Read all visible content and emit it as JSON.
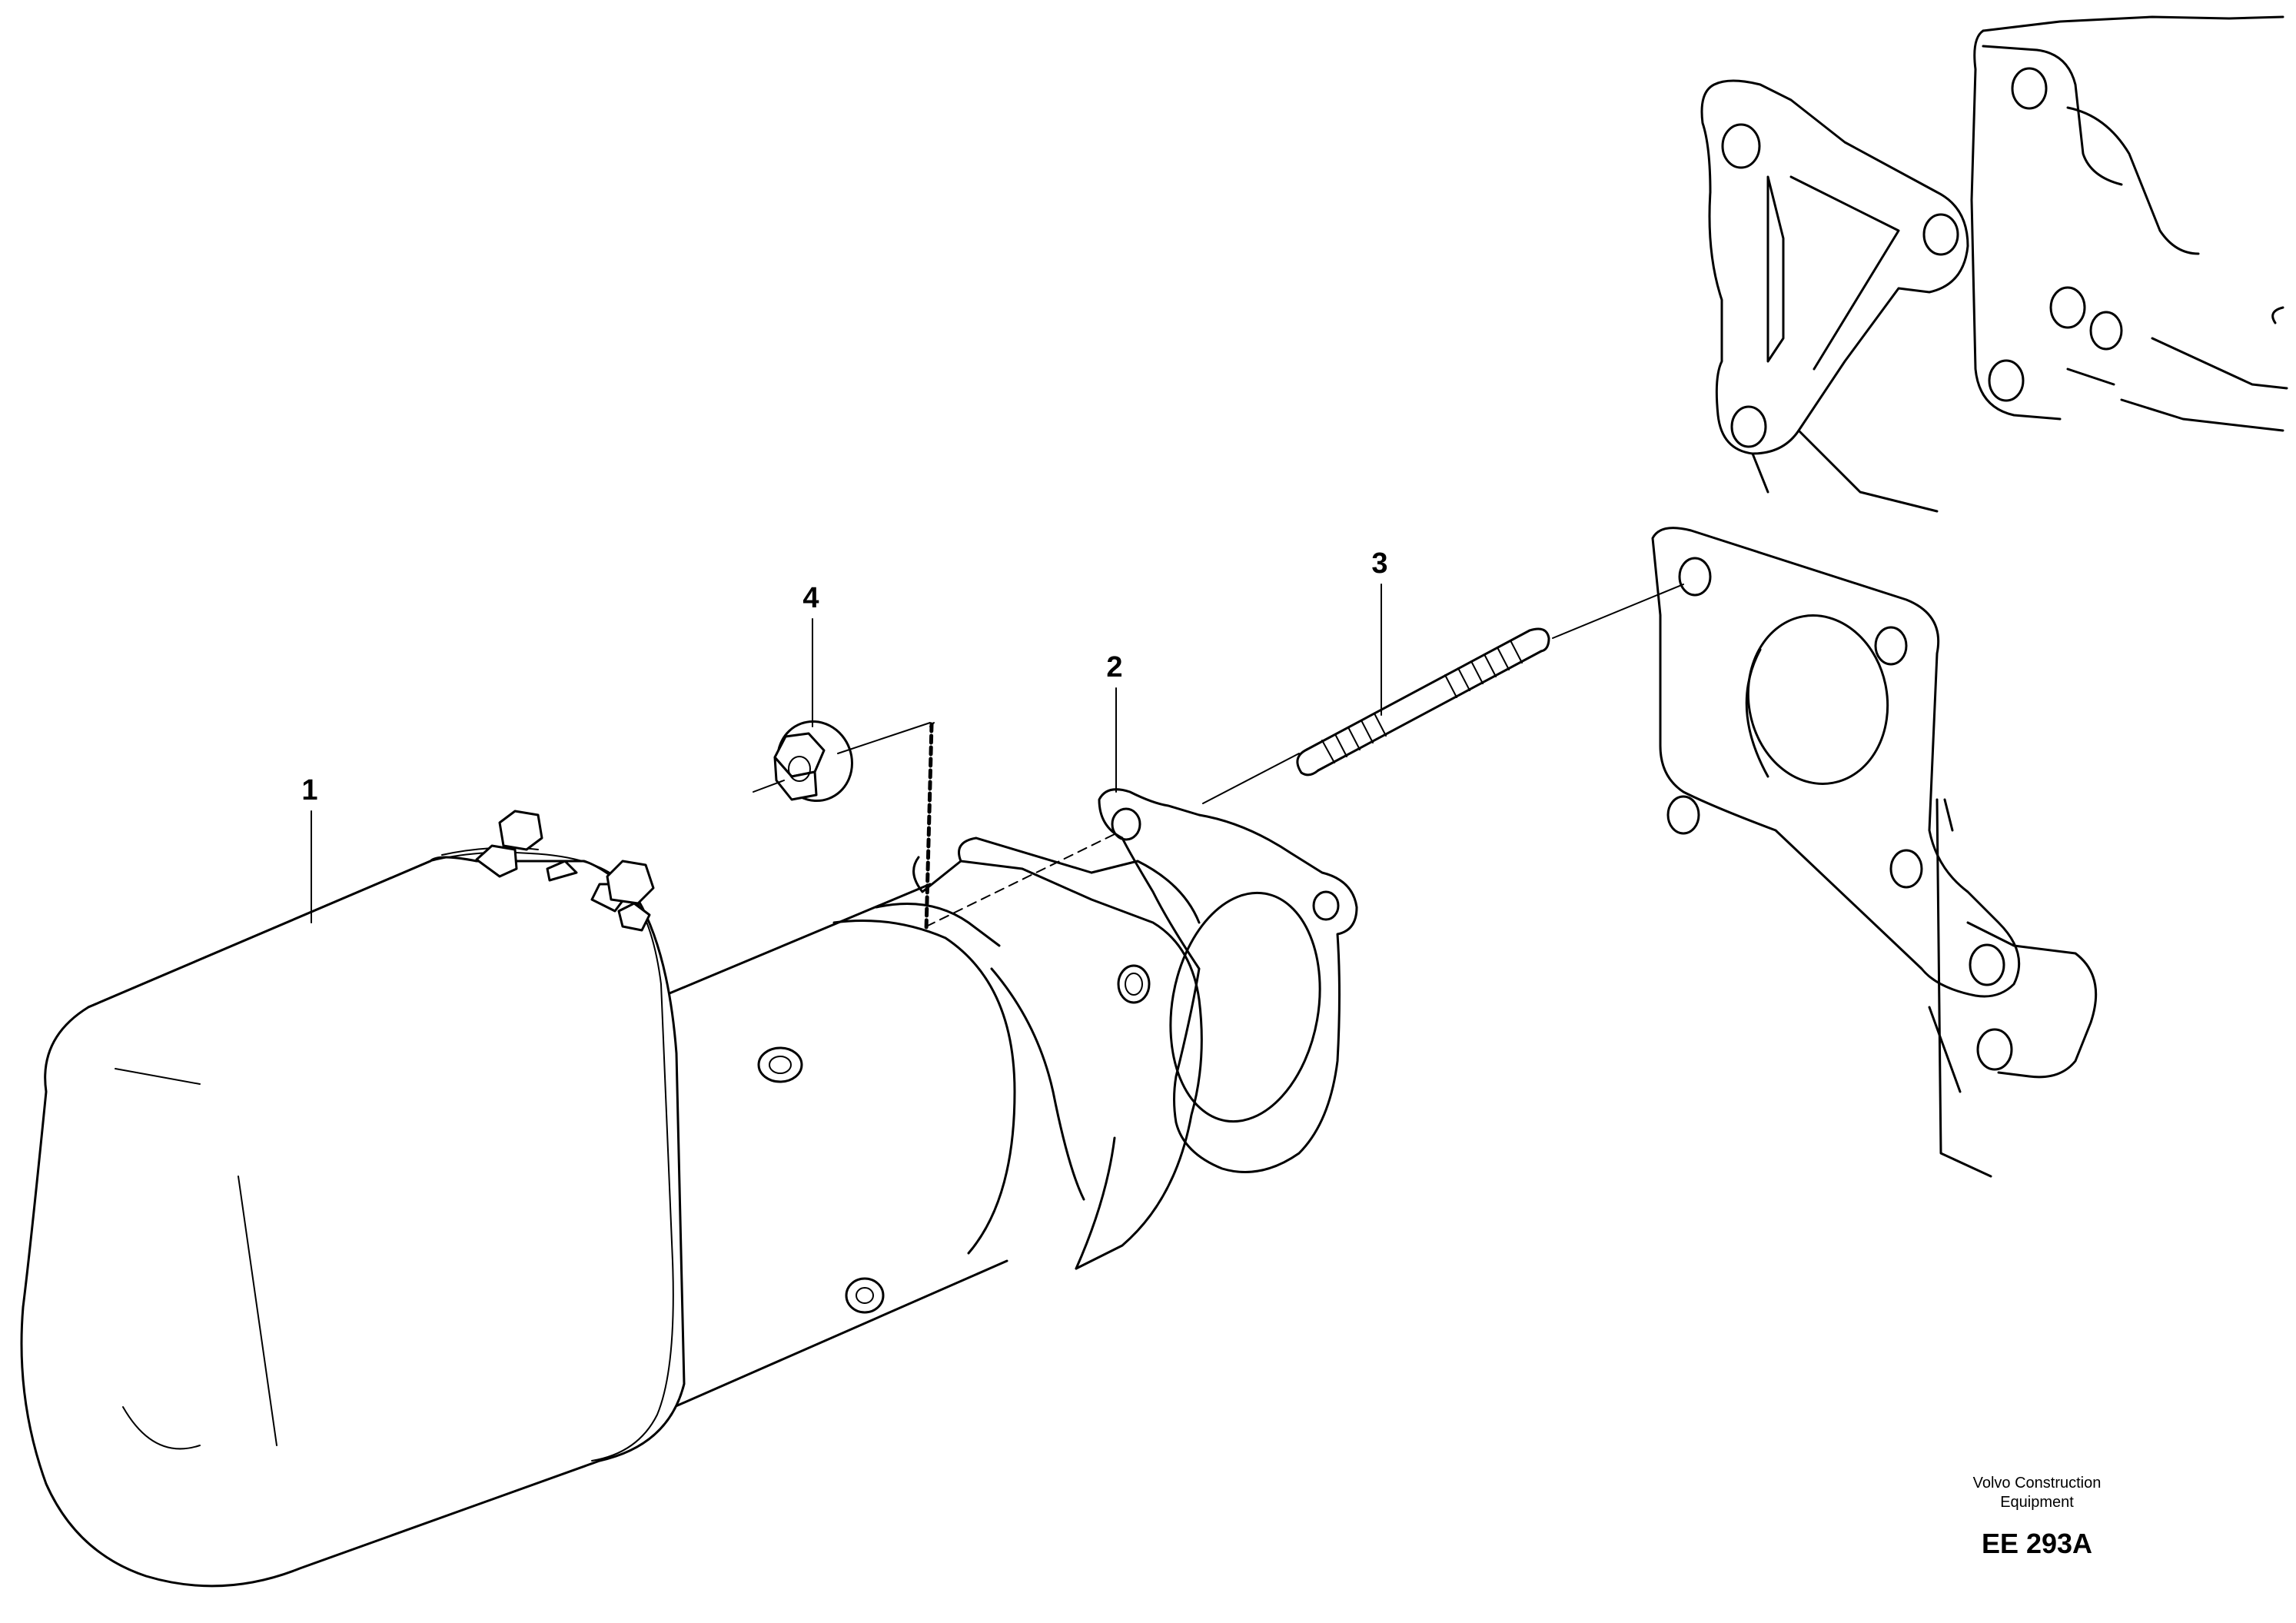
{
  "callouts": [
    {
      "id": "1",
      "label": "1"
    },
    {
      "id": "2",
      "label": "2"
    },
    {
      "id": "3",
      "label": "3"
    },
    {
      "id": "4",
      "label": "4"
    }
  ],
  "publisher": {
    "line1": "Volvo Construction",
    "line2": "Equipment"
  },
  "figure_code": "EE 293A"
}
